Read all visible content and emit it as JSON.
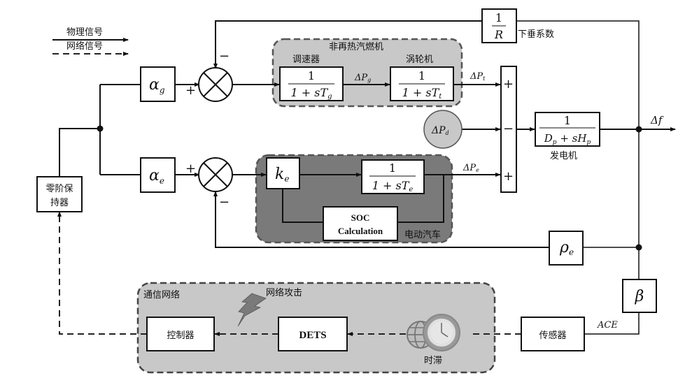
{
  "legend": {
    "physical_signal": "物理信号",
    "network_signal": "网络信号"
  },
  "groups": {
    "turbine_group": "非再热汽燃机",
    "ev_group": "电动汽车",
    "network_group": "通信网络"
  },
  "blocks": {
    "governor_label": "调速器",
    "governor_num": "1",
    "governor_den": "1 + sT",
    "governor_den_sub": "g",
    "turbine_label": "涡轮机",
    "turbine_num": "1",
    "turbine_den": "1 + sT",
    "turbine_den_sub": "t",
    "droop_num": "1",
    "droop_den": "R",
    "droop_label": "下垂系数",
    "alpha_g": "α",
    "alpha_g_sub": "g",
    "alpha_e": "α",
    "alpha_e_sub": "e",
    "ke": "k",
    "ke_sub": "e",
    "ev_num": "1",
    "ev_den": "1 + sT",
    "ev_den_sub": "e",
    "soc_line1": "SOC",
    "soc_line2": "Calculation",
    "gen_num": "1",
    "gen_den_a": "D",
    "gen_den_a_sub": "p",
    "gen_den_b": " + sH",
    "gen_den_b_sub": "p",
    "gen_label": "发电机",
    "rho": "ρ",
    "rho_sub": "e",
    "beta": "β",
    "zoh_line1": "零阶保",
    "zoh_line2": "持器",
    "controller": "控制器",
    "dets": "DETS",
    "sensor": "传感器"
  },
  "signals": {
    "dPg": "ΔP",
    "dPg_sub": "g",
    "dPt": "ΔP",
    "dPt_sub": "t",
    "dPd": "ΔP",
    "dPd_sub": "d",
    "dPe": "ΔP",
    "dPe_sub": "e",
    "df": "Δf",
    "ace": "ACE"
  },
  "signs": {
    "sum1_in": "+",
    "sum1_fb": "−",
    "sum2_in": "+",
    "sum2_fb": "−",
    "big_top": "+",
    "big_mid": "−",
    "big_bot": "+"
  },
  "annotations": {
    "cyber_attack": "网络攻击",
    "time_delay": "时滞"
  }
}
